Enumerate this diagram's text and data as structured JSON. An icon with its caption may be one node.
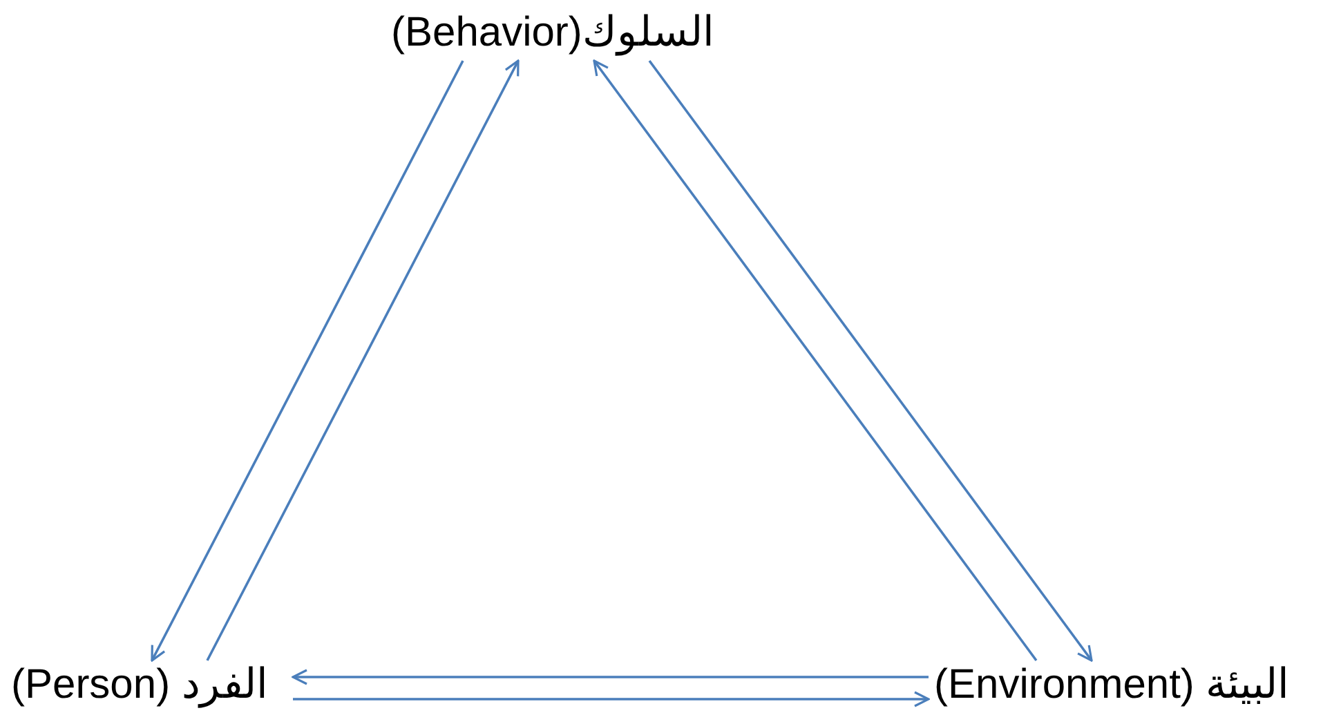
{
  "diagram": {
    "nodes": [
      {
        "text": [
          "السلوك(Behavior)"
        ]
      },
      {
        "text": [
          "الفرد (Person)"
        ]
      },
      {
        "text": [
          "البيئة (Environment)"
        ]
      }
    ],
    "edges": [
      {
        "from": 0,
        "to": 1,
        "arrow": "to"
      },
      {
        "from": 1,
        "to": 0,
        "arrow": "to"
      },
      {
        "from": 0,
        "to": 2,
        "arrow": "to"
      },
      {
        "from": 2,
        "to": 0,
        "arrow": "to"
      },
      {
        "from": 2,
        "to": 1,
        "arrow": "to"
      },
      {
        "from": 1,
        "to": 2,
        "arrow": "to"
      }
    ]
  }
}
